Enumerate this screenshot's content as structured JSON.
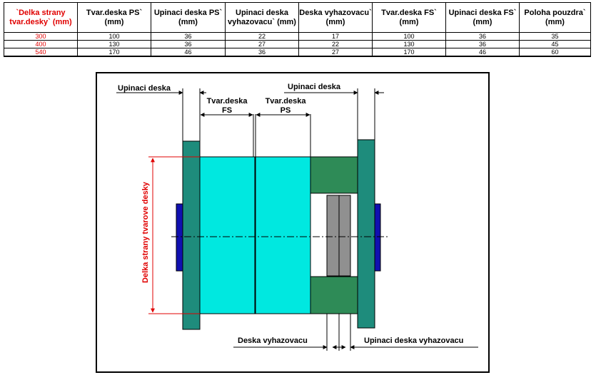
{
  "table": {
    "headers": [
      {
        "label": "`Delka strany tvar.desky` (mm)",
        "red": true
      },
      {
        "label": "Tvar.deska PS` (mm)",
        "red": false
      },
      {
        "label": "Upinaci deska PS` (mm)",
        "red": false
      },
      {
        "label": "Upinaci deska vyhazovacu` (mm)",
        "red": false
      },
      {
        "label": "Deska vyhazovacu` (mm)",
        "red": false
      },
      {
        "label": "Tvar.deska FS` (mm)",
        "red": false
      },
      {
        "label": "Upinaci deska FS` (mm)",
        "red": false
      },
      {
        "label": "Poloha pouzdra` (mm)",
        "red": false
      }
    ],
    "rows": [
      [
        "300",
        "100",
        "36",
        "22",
        "17",
        "100",
        "36",
        "35"
      ],
      [
        "400",
        "130",
        "36",
        "27",
        "22",
        "130",
        "36",
        "45"
      ],
      [
        "540",
        "170",
        "46",
        "36",
        "27",
        "170",
        "46",
        "60"
      ]
    ]
  },
  "diagram": {
    "labels": {
      "upinaci_left": "Upinaci deska",
      "upinaci_right": "Upinaci deska",
      "tvar_fs_line1": "Tvar.deska",
      "tvar_fs_line2": "FS",
      "tvar_ps_line1": "Tvar.deska",
      "tvar_ps_line2": "PS",
      "deska_vyhazovacu": "Deska vyhazovacu",
      "upinaci_vyhazovacu": "Upinaci deska vyhazovacu",
      "delka_strany": "Delka strany tvarove desky"
    },
    "colors": {
      "clamp_plate": "#1e8c7c",
      "cavity_plate": "#00e8e0",
      "ejector_block": "#2e8b57",
      "ejector_plate": "#909090",
      "locating_ring": "#1010b0",
      "dimension_red": "#e00000"
    }
  }
}
